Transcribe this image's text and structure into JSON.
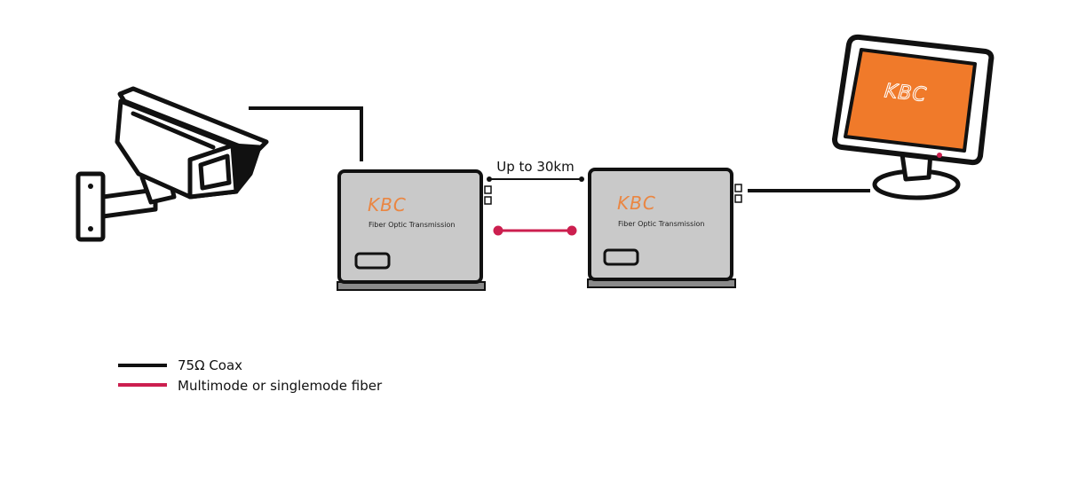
{
  "diagram": {
    "distance_label": "Up to 30km",
    "transmitter": {
      "brand": "KBC",
      "caption": "Fiber Optic Transmission"
    },
    "receiver": {
      "brand": "KBC",
      "caption": "Fiber Optic Transmission"
    },
    "monitor": {
      "brand": "KBC"
    }
  },
  "legend": {
    "items": [
      {
        "label": "75Ω Coax",
        "color": "#111111"
      },
      {
        "label": "Multimode or singlemode fiber",
        "color": "#cc1f4f"
      }
    ]
  },
  "colors": {
    "brand_orange": "#f07a2a",
    "fiber": "#cc1f4f",
    "coax": "#111111",
    "unit_face": "#c9c9c9",
    "unit_base": "#8a8a8a"
  },
  "icons": {
    "camera": "cctv-camera-icon",
    "monitor": "monitor-icon"
  }
}
